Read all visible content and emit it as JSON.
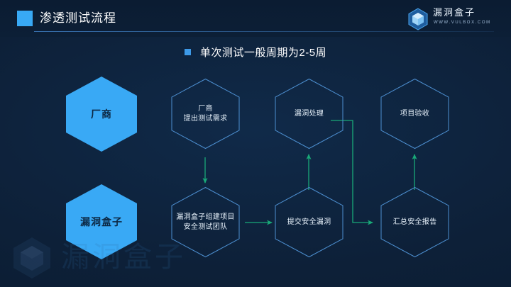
{
  "header": {
    "title": "渗透测试流程",
    "square_icon": "blue-square-icon",
    "logo": {
      "mark_icon": "hexagon-cube-logo-icon",
      "name": "漏洞盒子",
      "url": "WWW.VULBOX.COM"
    }
  },
  "subtitle": {
    "bullet_icon": "blue-square-bullet-icon",
    "text": "单次测试一般周期为2-5周"
  },
  "flow": {
    "rows": [
      {
        "role": "厂商",
        "nodes": [
          {
            "label": "厂商\n提出测试需求"
          },
          {
            "label": "漏洞处理"
          },
          {
            "label": "项目验收"
          }
        ]
      },
      {
        "role": "漏洞盒子",
        "nodes": [
          {
            "label": "漏洞盒子组建项目\n安全测试团队"
          },
          {
            "label": "提交安全漏洞"
          },
          {
            "label": "汇总安全报告"
          }
        ]
      }
    ],
    "arrows": [
      {
        "name": "arrow-vendor-request-down",
        "direction": "down"
      },
      {
        "name": "arrow-team-to-submit-right",
        "direction": "right"
      },
      {
        "name": "arrow-submit-to-handle-up",
        "direction": "up"
      },
      {
        "name": "arrow-handle-to-report-elbow",
        "direction": "down-right"
      },
      {
        "name": "arrow-report-to-acceptance-up",
        "direction": "up"
      }
    ]
  },
  "watermark": {
    "mark_icon": "hexagon-cube-watermark-icon",
    "text": "漏洞盒子"
  },
  "colors": {
    "background": "#0d2038",
    "accent_blue": "#38a9f5",
    "hex_fill": "#39a9f5",
    "hex_stroke": "#4d8fd0",
    "arrow_green": "#19a978",
    "text_light": "#e8f2fb"
  }
}
